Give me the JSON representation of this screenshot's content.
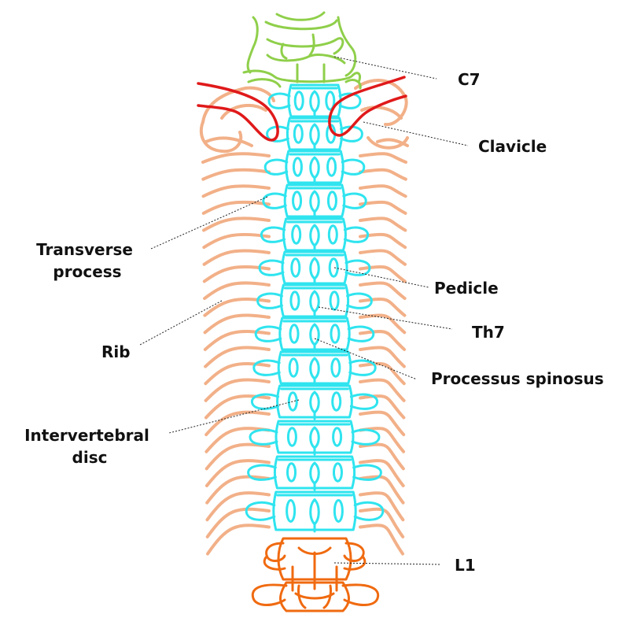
{
  "labels": {
    "c7": "C7",
    "clavicle": "Clavicle",
    "transverse_process_line1": "Transverse",
    "transverse_process_line2": "process",
    "pedicle": "Pedicle",
    "th7": "Th7",
    "rib": "Rib",
    "processus_spinosus": "Processus spinosus",
    "intervertebral_disc_line1": "Intervertebral",
    "intervertebral_disc_line2": "disc",
    "l1": "L1"
  },
  "colors": {
    "cervical": "#8fcf4a",
    "clavicle": "#e0191a",
    "thoracic": "#2fe4ef",
    "rib": "#f2b088",
    "lumbar": "#f06a10",
    "label_text": "#111111",
    "leader_line": "#222222"
  }
}
